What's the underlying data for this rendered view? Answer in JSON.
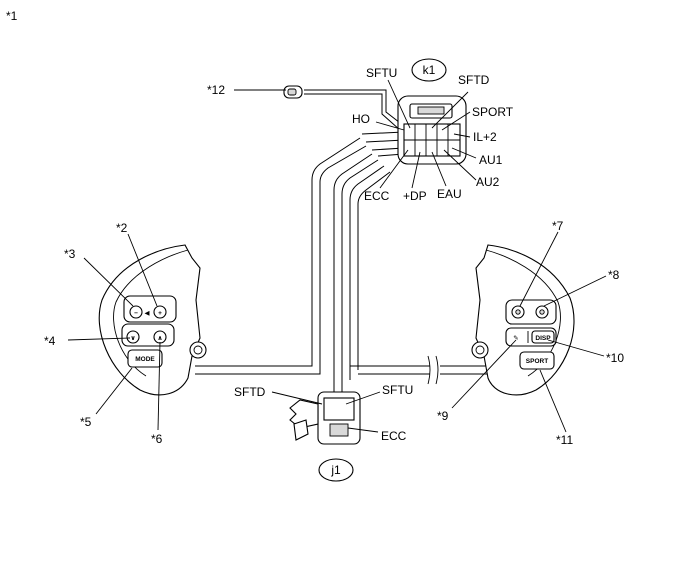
{
  "figure_number": "*1",
  "connectors": {
    "k1": {
      "label": "k1",
      "terminals_top": [
        "SFTU",
        "SFTD",
        "SPORT"
      ],
      "terminals_right": [
        "IL+2",
        "AU1",
        "AU2"
      ],
      "terminals_bottom": [
        "ECC",
        "+DP",
        "EAU"
      ],
      "terminals_left": [
        "HO"
      ]
    },
    "j1": {
      "label": "j1",
      "terminals": [
        "SFTD",
        "SFTU",
        "ECC"
      ]
    }
  },
  "left_switch": {
    "buttons": {
      "minus": "−",
      "plus": "+",
      "volume": "◀",
      "down": "∨",
      "up": "∧",
      "mode": "MODE"
    }
  },
  "right_switch": {
    "buttons": {
      "disp": "DISP",
      "sport": "SPORT"
    }
  },
  "callouts": [
    "*2",
    "*3",
    "*4",
    "*5",
    "*6",
    "*7",
    "*8",
    "*9",
    "*10",
    "*11",
    "*12"
  ]
}
